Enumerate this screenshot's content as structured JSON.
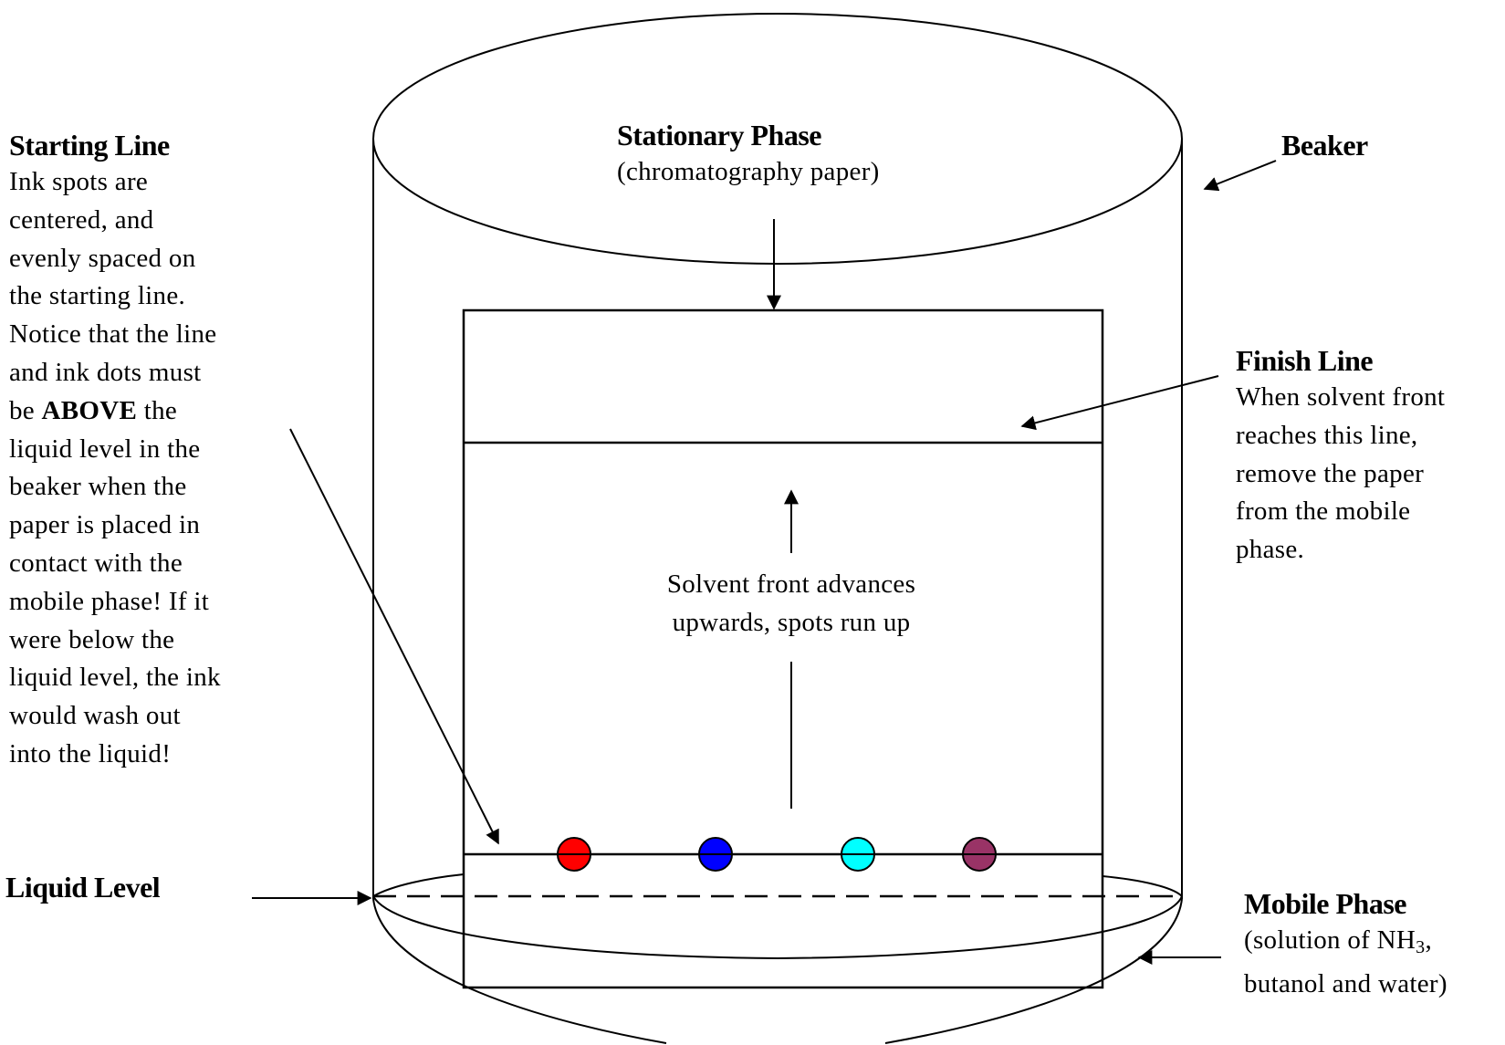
{
  "labels": {
    "starting_line": {
      "title": "Starting Line",
      "lines": [
        "Ink spots are",
        "centered, and",
        "evenly spaced on",
        "the starting line.",
        "Notice that the line",
        "and ink dots must"
      ],
      "line_be_prefix": "be ",
      "line_be_bold": "ABOVE",
      "line_be_suffix": " the",
      "lines_after": [
        "liquid level in the",
        "beaker when the",
        "paper is placed in",
        "contact with the",
        "mobile phase!  If it",
        "were below the",
        "liquid level, the ink",
        "would wash out",
        "into the liquid!"
      ]
    },
    "stationary_phase": {
      "title": "Stationary Phase",
      "subtitle": "(chromatography paper)"
    },
    "beaker": {
      "title": "Beaker"
    },
    "finish_line": {
      "title": "Finish Line",
      "lines": [
        "When solvent front",
        "reaches this line,",
        "remove the paper",
        "from the mobile",
        "phase."
      ]
    },
    "solvent_front": {
      "lines": [
        "Solvent front advances",
        "upwards, spots run up"
      ]
    },
    "liquid_level": {
      "title": "Liquid Level"
    },
    "mobile_phase": {
      "title": "Mobile Phase",
      "line1_prefix": "(solution of NH",
      "line1_sub": "3",
      "line1_suffix": ",",
      "line2": "butanol and water)"
    }
  },
  "ink_spots": [
    {
      "name": "red-ink-spot",
      "color": "#ff0000"
    },
    {
      "name": "blue-ink-spot",
      "color": "#0000ff"
    },
    {
      "name": "cyan-ink-spot",
      "color": "#00ffff"
    },
    {
      "name": "purple-ink-spot",
      "color": "#993366"
    }
  ]
}
